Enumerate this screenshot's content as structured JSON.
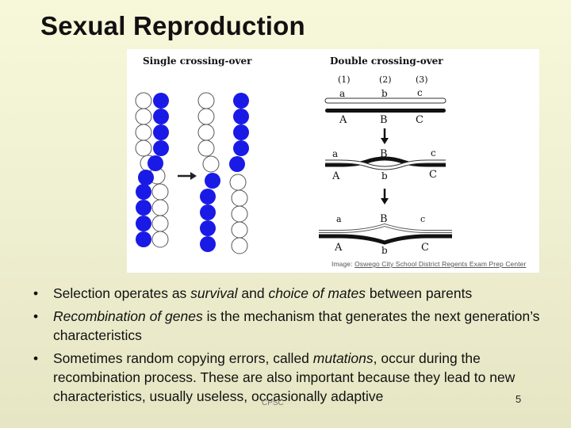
{
  "slide": {
    "title": "Sexual Reproduction",
    "page_number": "5",
    "footer_note": "CPSC"
  },
  "figure": {
    "single_caption": "Single crossing-over",
    "double_caption": "Double crossing-over",
    "credit_prefix": "Image: ",
    "credit_link": "Oswego City School District Regents Exam Prep Center",
    "numbers": [
      "(1)",
      "(2)",
      "(3)"
    ],
    "row1_top": [
      "a",
      "b",
      "c"
    ],
    "row1_bottom": [
      "A",
      "B",
      "C"
    ],
    "row2_top": [
      "a",
      "B",
      "c"
    ],
    "row2_bottom": [
      "A",
      "b",
      "C"
    ],
    "row3_top": [
      "a",
      "B",
      "c"
    ],
    "row3_bottom": [
      "A",
      "b",
      "C"
    ],
    "colors": {
      "blue": "#1a1ae6",
      "outline": "#555555"
    }
  },
  "bullets": [
    {
      "segments": [
        {
          "t": "Selection operates as ",
          "i": false
        },
        {
          "t": "survival",
          "i": true
        },
        {
          "t": " and ",
          "i": false
        },
        {
          "t": "choice of mates",
          "i": true
        },
        {
          "t": " between parents",
          "i": false
        }
      ]
    },
    {
      "segments": [
        {
          "t": "Recombination of genes",
          "i": true
        },
        {
          "t": " is the mechanism that generates the next generation’s characteristics",
          "i": false
        }
      ]
    },
    {
      "segments": [
        {
          "t": "Sometimes random copying errors, called ",
          "i": false
        },
        {
          "t": "mutations",
          "i": true
        },
        {
          "t": ", occur during the recombination process. These are also important because they lead to new characteristics, usually useless, occasionally adaptive",
          "i": false
        }
      ]
    }
  ]
}
